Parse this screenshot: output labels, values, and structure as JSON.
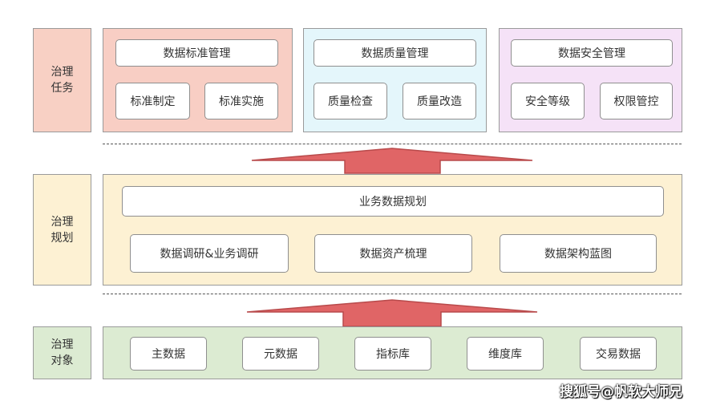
{
  "rows": {
    "tasks": {
      "label": "治理\n任务",
      "groups": [
        {
          "title": "数据标准管理",
          "items": [
            "标准制定",
            "标准实施"
          ]
        },
        {
          "title": "数据质量管理",
          "items": [
            "质量检查",
            "质量改造"
          ]
        },
        {
          "title": "数据安全管理",
          "items": [
            "安全等级",
            "权限管控"
          ]
        }
      ]
    },
    "planning": {
      "label": "治理\n规划",
      "header": "业务数据规划",
      "items": [
        "数据调研&业务调研",
        "数据资产梳理",
        "数据架构蓝图"
      ]
    },
    "objects": {
      "label": "治理\n对象",
      "items": [
        "主数据",
        "元数据",
        "指标库",
        "维度库",
        "交易数据"
      ]
    }
  },
  "colors": {
    "task_label_bg": "#f8d0c4",
    "task_group_1_bg": "#f8cec4",
    "task_group_2_bg": "#e4f6fb",
    "task_group_3_bg": "#f5e2f7",
    "planning_bg": "#fdf1d3",
    "objects_bg": "#dcebd2",
    "arrow_fill": "#e06566",
    "arrow_stroke": "#b84a4b"
  },
  "watermark": "搜狐号@帆软大师兄"
}
